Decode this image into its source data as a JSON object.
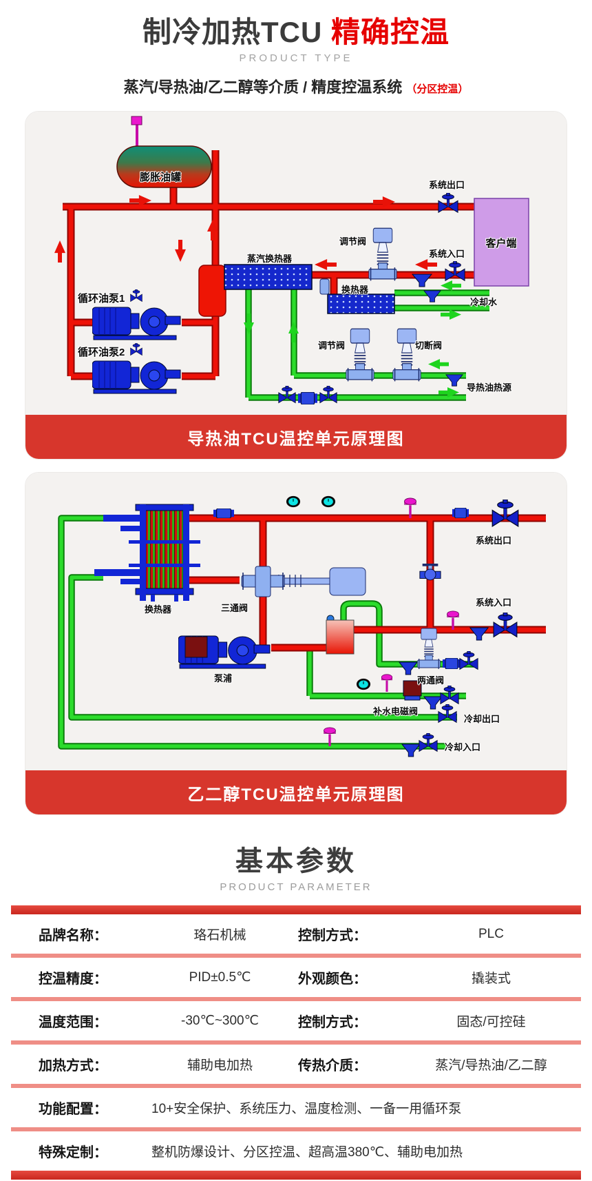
{
  "header": {
    "title_main": "制冷加热TCU ",
    "title_accent": "精确控温",
    "subtitle": "PRODUCT TYPE",
    "tagline": "蒸汽/导热油/乙二醇等介质 / 精度控温系统 ",
    "tagline_note": "（分区控温）"
  },
  "diagram1": {
    "caption": "导热油TCU温控单元原理图",
    "labels": {
      "expansion_tank": "膨胀油罐",
      "system_outlet": "系统出口",
      "client": "客户端",
      "regulating_valve": "调节阀",
      "system_inlet": "系统入口",
      "steam_exchanger": "蒸汽换热器",
      "exchanger": "换热器",
      "cooling_water": "冷却水",
      "regulating_valve2": "调节阀",
      "cutoff_valve": "切断阀",
      "oil_heat_source": "导热油热源",
      "pump1": "循环油泵1",
      "pump2": "循环油泵2"
    }
  },
  "diagram2": {
    "caption": "乙二醇TCU温控单元原理图",
    "labels": {
      "exchanger": "换热器",
      "three_way_valve": "三通阀",
      "pump": "泵浦",
      "system_outlet": "系统出口",
      "system_inlet": "系统入口",
      "two_way_valve": "两通阀",
      "water_solenoid": "补水电磁阀",
      "cooling_outlet": "冷却出口",
      "cooling_inlet": "冷却入口"
    }
  },
  "parameters": {
    "title": "基本参数",
    "subtitle": "PRODUCT PARAMETER",
    "rows": [
      {
        "l1": "品牌名称：",
        "v1": "珞石机械",
        "l2": "控制方式：",
        "v2": "PLC"
      },
      {
        "l1": "控温精度：",
        "v1": "PID±0.5℃",
        "l2": "外观颜色：",
        "v2": "撬装式"
      },
      {
        "l1": "温度范围：",
        "v1": "-30℃~300℃",
        "l2": "控制方式：",
        "v2": "固态/可控硅"
      },
      {
        "l1": "加热方式：",
        "v1": "辅助电加热",
        "l2": "传热介质：",
        "v2": "蒸汽/导热油/乙二醇"
      },
      {
        "l1": "功能配置：",
        "v1": "10+安全保护、系统压力、温度检测、一备一用循环泵"
      },
      {
        "l1": "特殊定制：",
        "v1": "整机防爆设计、分区控温、超高温380℃、辅助电加热"
      }
    ]
  },
  "colors": {
    "accent_red": "#d7362c",
    "title_red": "#e60000",
    "pipe_red": "#ee1208",
    "pipe_green": "#2cdc2c",
    "equipment_blue": "#1528cc",
    "valve_light_blue": "#8fb0f0",
    "client_purple": "#cf9ce8",
    "separator_pink": "#ef8e86"
  }
}
